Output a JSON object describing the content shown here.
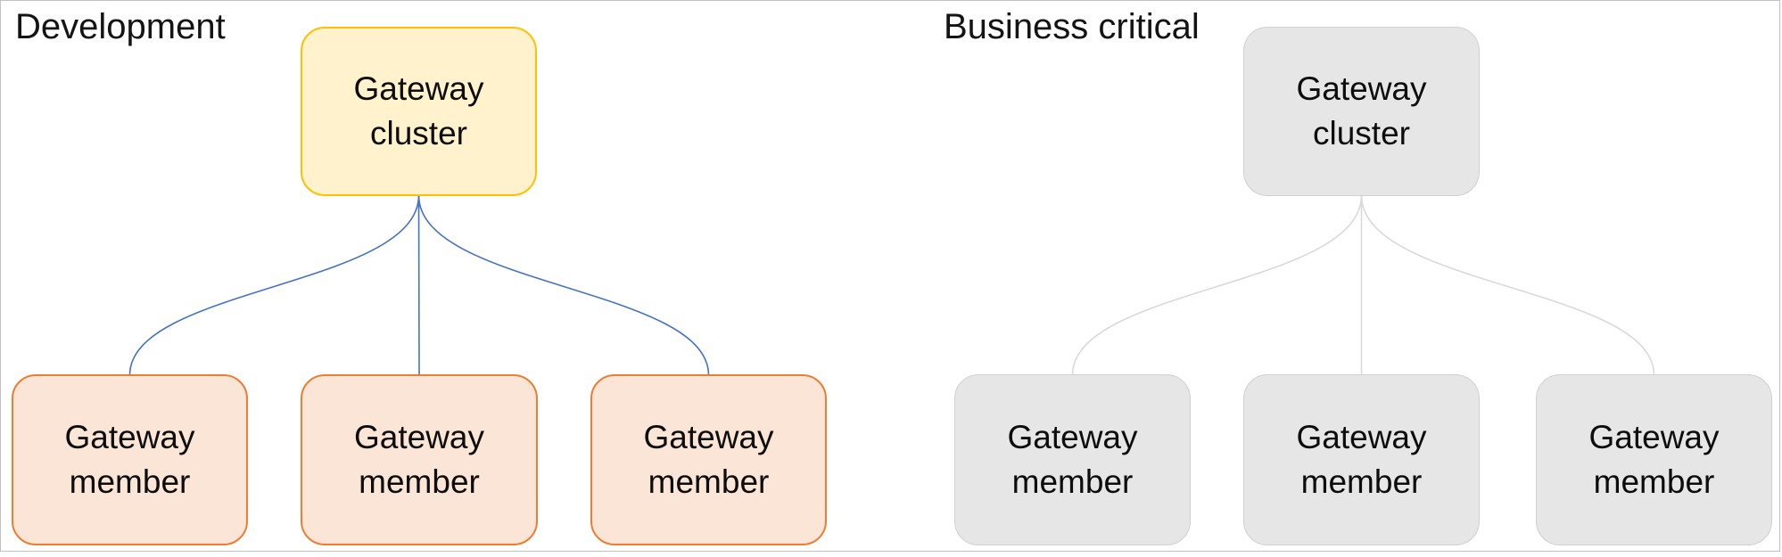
{
  "panels": [
    {
      "id": "development",
      "title": "Development",
      "cluster_label": "Gateway cluster",
      "members": [
        "Gateway member",
        "Gateway member",
        "Gateway member"
      ]
    },
    {
      "id": "business-critical",
      "title": "Business critical",
      "cluster_label": "Gateway cluster",
      "members": [
        "Gateway member",
        "Gateway member",
        "Gateway member"
      ]
    }
  ],
  "colors": {
    "dev_cluster_fill": "#FFF2CC",
    "dev_cluster_border": "#FFC000",
    "dev_member_fill": "#FBE5D6",
    "dev_member_border": "#ED7D31",
    "dev_connector": "#4472C4",
    "bc_fill": "#E6E6E6",
    "bc_border": "#D2D0D0",
    "bc_connector": "#D9D9D9",
    "frame_border": "#C1C1C1",
    "text": "#141414"
  }
}
